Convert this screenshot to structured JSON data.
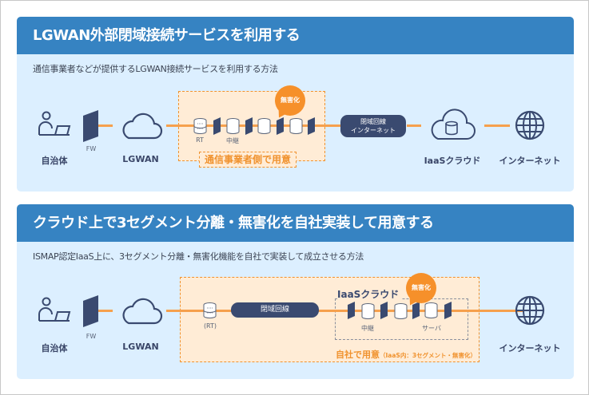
{
  "panel1": {
    "title": "LGWAN外部閉域接続サービスを利用する",
    "subtitle": "通信事業者などが提供するLGWAN接続サービスを利用する方法",
    "nodes": {
      "municipality": "自治体",
      "fw": "FW",
      "lgwan": "LGWAN",
      "rt": "RT",
      "relay": "中継",
      "closed_net_line1": "閉域回線",
      "closed_net_line2": "インターネット",
      "iaas": "IaaSクラウド",
      "internet": "インターネット"
    },
    "sanitize_badge": "無害化",
    "zone_label": "通信事業者側で用意"
  },
  "panel2": {
    "title": "クラウド上で3セグメント分離・無害化を自社実装して用意する",
    "subtitle": "ISMAP認定IaaS上に、3セグメント分離・無害化機能を自社で実装して成立させる方法",
    "nodes": {
      "municipality": "自治体",
      "fw": "FW",
      "lgwan": "LGWAN",
      "rt": "(RT)",
      "closed_line": "閉域回線",
      "iaas": "IaaSクラウド",
      "relay": "中継",
      "server": "サーバ",
      "internet": "インターネット"
    },
    "sanitize_badge": "無害化",
    "zone_label_main": "自社で用意",
    "zone_label_note": "（IaaS内：3セグメント・無害化）"
  },
  "colors": {
    "header": "#3683c2",
    "panel_bg": "#dcefff",
    "accent_orange": "#f6902a",
    "zone_bg": "#ffecd6",
    "icon_navy": "#3a4a70"
  }
}
